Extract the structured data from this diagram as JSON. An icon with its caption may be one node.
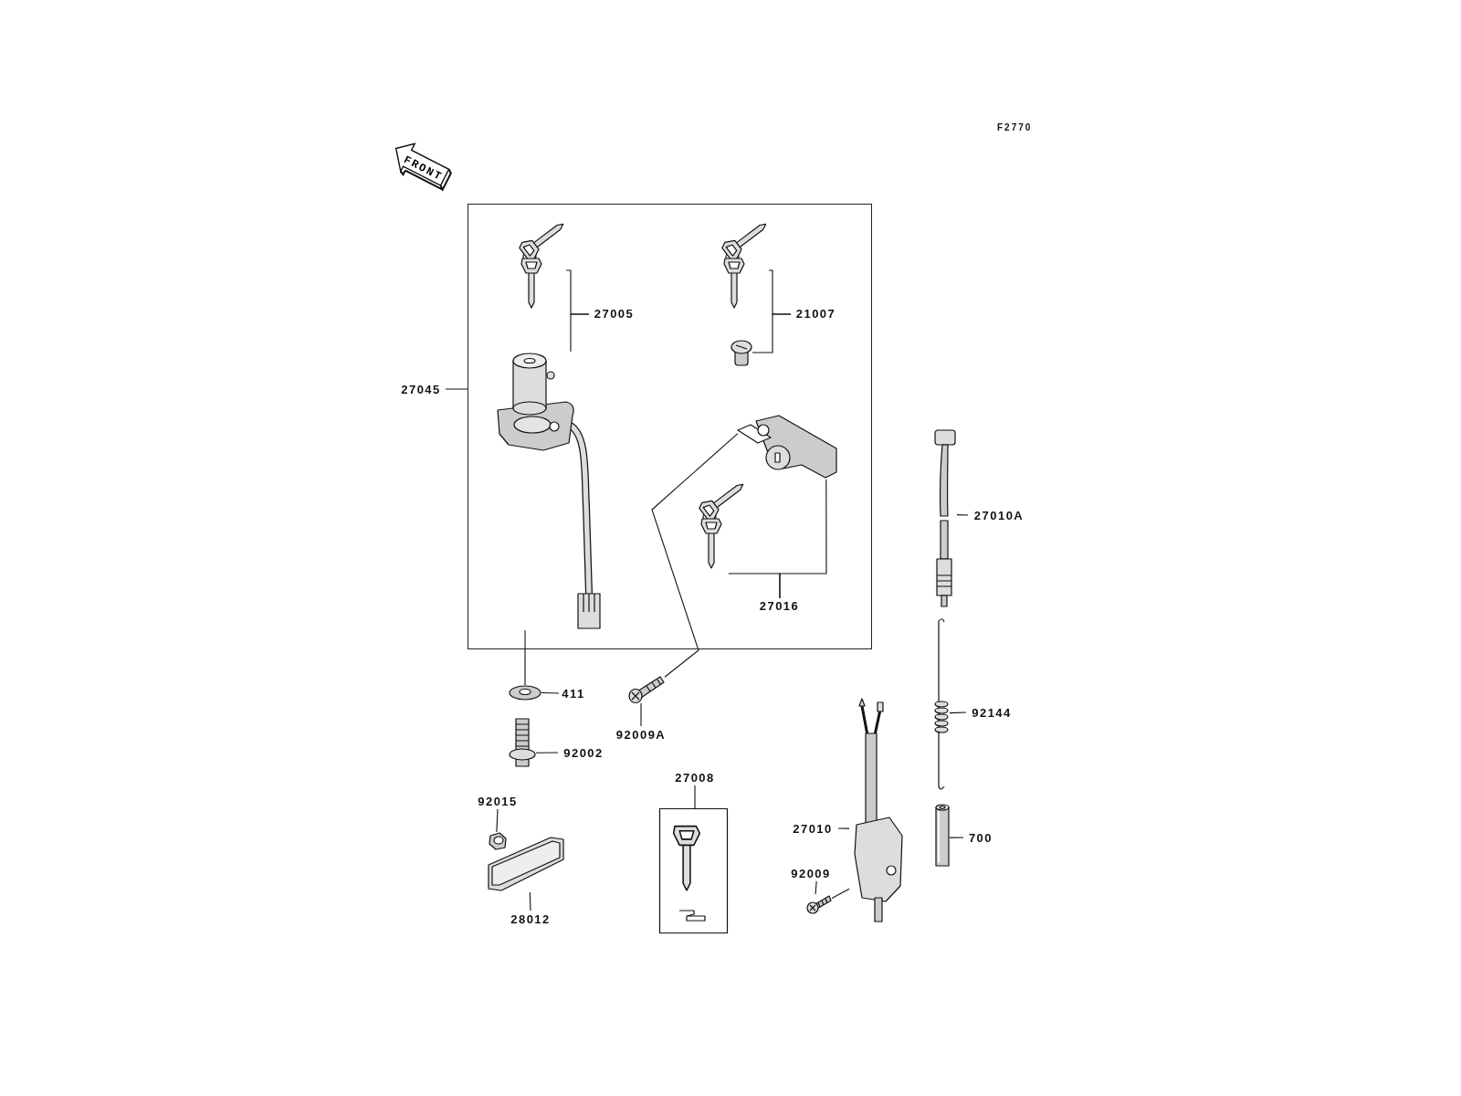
{
  "diagram": {
    "nodes": [
      {
        "text": [],
        "shape": "box"
      },
      {
        "text": [
          "27045"
        ]
      },
      {
        "text": [],
        "shape": "picture",
        "in": 0
      },
      {
        "text": [],
        "shape": "picture",
        "in": 0
      },
      {
        "text": [
          "27005"
        ],
        "in": 0
      },
      {
        "text": [],
        "shape": "picture",
        "in": 0
      },
      {
        "text": [],
        "shape": "picture",
        "in": 0
      },
      {
        "text": [
          "21007"
        ],
        "in": 0
      },
      {
        "text": [],
        "shape": "picture",
        "in": 0
      },
      {
        "text": [],
        "shape": "picture",
        "in": 0
      },
      {
        "text": [
          "27016"
        ],
        "in": 0
      },
      {
        "text": [],
        "shape": "picture"
      },
      {
        "text": [
          "411"
        ]
      },
      {
        "text": [],
        "shape": "picture"
      },
      {
        "text": [
          "92002"
        ]
      },
      {
        "text": [],
        "shape": "picture"
      },
      {
        "text": [
          "92009A"
        ]
      },
      {
        "text": [],
        "shape": "picture"
      },
      {
        "text": [
          "92015"
        ]
      },
      {
        "text": [],
        "shape": "picture"
      },
      {
        "text": [
          "28012"
        ]
      },
      {
        "text": [
          "27008"
        ]
      },
      {
        "text": [],
        "shape": "picture"
      },
      {
        "text": [],
        "shape": "picture"
      },
      {
        "text": [
          "27010"
        ]
      },
      {
        "text": [],
        "shape": "picture"
      },
      {
        "text": [
          "92009"
        ]
      },
      {
        "text": [],
        "shape": "picture"
      },
      {
        "text": [
          "27010A"
        ]
      },
      {
        "text": [],
        "shape": "picture"
      },
      {
        "text": [
          "92144"
        ]
      },
      {
        "text": [],
        "shape": "cylinder"
      },
      {
        "text": [
          "700"
        ]
      }
    ],
    "edges": [
      {
        "from": 1,
        "to": 0,
        "arrow": "none"
      },
      {
        "from": 4,
        "to": 2,
        "arrow": "none"
      },
      {
        "from": 4,
        "to": 3,
        "arrow": "none"
      },
      {
        "from": 7,
        "to": 5,
        "arrow": "none"
      },
      {
        "from": 7,
        "to": 6,
        "arrow": "none"
      },
      {
        "from": 10,
        "to": 9,
        "arrow": "none"
      },
      {
        "from": 10,
        "to": 8,
        "arrow": "none"
      },
      {
        "from": 12,
        "to": 11,
        "arrow": "none"
      },
      {
        "from": 3,
        "to": 11,
        "arrow": "none"
      },
      {
        "from": 14,
        "to": 13,
        "arrow": "none"
      },
      {
        "from": 16,
        "to": 15,
        "arrow": "none"
      },
      {
        "from": 15,
        "to": 8,
        "arrow": "none"
      },
      {
        "from": 18,
        "to": 17,
        "arrow": "none"
      },
      {
        "from": 20,
        "to": 19,
        "arrow": "none"
      },
      {
        "from": 21,
        "to": 22,
        "arrow": "none"
      },
      {
        "from": 24,
        "to": 23,
        "arrow": "none"
      },
      {
        "from": 26,
        "to": 25,
        "arrow": "none"
      },
      {
        "from": 25,
        "to": 23,
        "arrow": "none"
      },
      {
        "from": 28,
        "to": 27,
        "arrow": "none"
      },
      {
        "from": 30,
        "to": 29,
        "arrow": "none"
      },
      {
        "from": 32,
        "to": 31,
        "arrow": "none"
      }
    ],
    "labels": [
      "FRONT",
      "F2770"
    ]
  }
}
